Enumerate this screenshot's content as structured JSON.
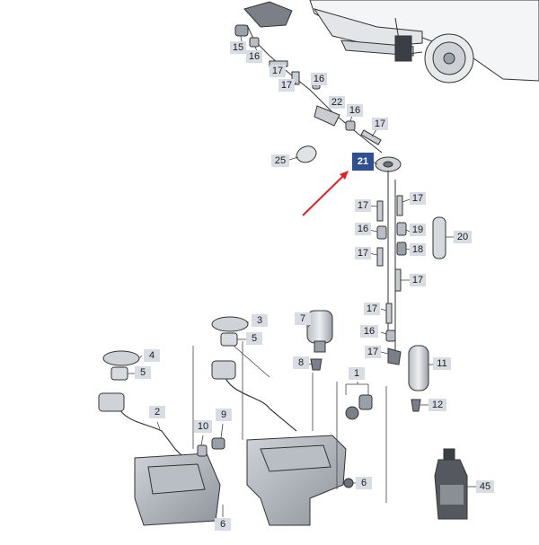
{
  "diagram": {
    "highlight_color": "#2f4f8f",
    "arrow_color": "#e0202a",
    "selected_part": "21",
    "callouts": [
      {
        "id": "c15",
        "text": "15"
      },
      {
        "id": "c16a",
        "text": "16"
      },
      {
        "id": "c17a",
        "text": "17"
      },
      {
        "id": "c16b",
        "text": "16"
      },
      {
        "id": "c17b",
        "text": "17"
      },
      {
        "id": "c22",
        "text": "22"
      },
      {
        "id": "c16c",
        "text": "16"
      },
      {
        "id": "c17c",
        "text": "17"
      },
      {
        "id": "c25",
        "text": "25"
      },
      {
        "id": "c21",
        "text": "21"
      },
      {
        "id": "c17d",
        "text": "17"
      },
      {
        "id": "c17e",
        "text": "17"
      },
      {
        "id": "c16d",
        "text": "16"
      },
      {
        "id": "c19",
        "text": "19"
      },
      {
        "id": "c20",
        "text": "20"
      },
      {
        "id": "c17f",
        "text": "17"
      },
      {
        "id": "c18",
        "text": "18"
      },
      {
        "id": "c17g",
        "text": "17"
      },
      {
        "id": "c3",
        "text": "3"
      },
      {
        "id": "c7",
        "text": "7"
      },
      {
        "id": "c17h",
        "text": "17"
      },
      {
        "id": "c5a",
        "text": "5"
      },
      {
        "id": "c16e",
        "text": "16"
      },
      {
        "id": "c4",
        "text": "4"
      },
      {
        "id": "c17i",
        "text": "17"
      },
      {
        "id": "c8",
        "text": "8"
      },
      {
        "id": "c11",
        "text": "11"
      },
      {
        "id": "c5b",
        "text": "5"
      },
      {
        "id": "c1",
        "text": "1"
      },
      {
        "id": "c12",
        "text": "12"
      },
      {
        "id": "c2",
        "text": "2"
      },
      {
        "id": "c9",
        "text": "9"
      },
      {
        "id": "c10",
        "text": "10"
      },
      {
        "id": "c6a",
        "text": "6"
      },
      {
        "id": "c45",
        "text": "45"
      },
      {
        "id": "c6b",
        "text": "6"
      }
    ],
    "icons": {
      "car": "car-front-icon",
      "arrow": "pointer-arrow-icon"
    }
  }
}
